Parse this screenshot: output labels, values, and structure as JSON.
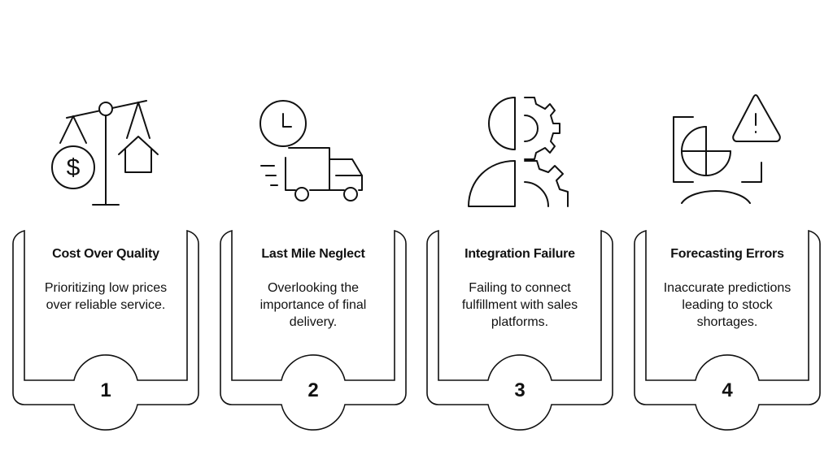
{
  "steps": [
    {
      "number": "1",
      "title": "Cost Over Quality",
      "description": "Prioritizing low prices over reliable service.",
      "icon": "scale-dollar-house-icon"
    },
    {
      "number": "2",
      "title": "Last Mile Neglect",
      "description": "Overlooking the importance of final delivery.",
      "icon": "clock-delivery-truck-icon"
    },
    {
      "number": "3",
      "title": "Integration Failure",
      "description": "Failing to connect fulfillment with sales platforms.",
      "icon": "person-gears-icon"
    },
    {
      "number": "4",
      "title": "Forecasting Errors",
      "description": "Inaccurate predictions leading to stock shortages.",
      "icon": "pie-chart-warning-icon"
    }
  ]
}
